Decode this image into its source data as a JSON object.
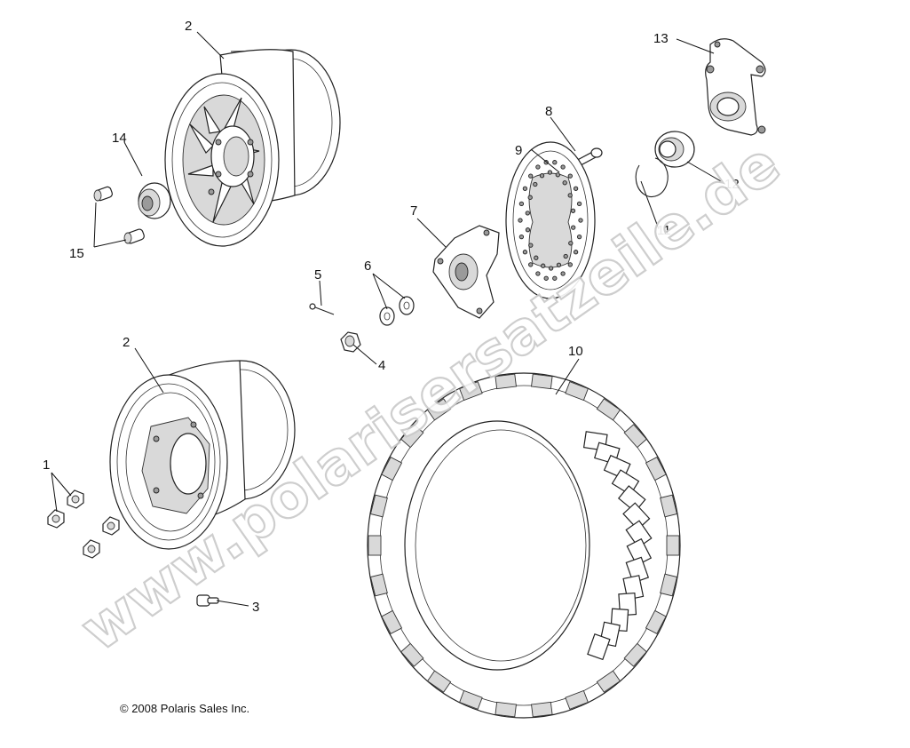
{
  "diagram": {
    "copyright": "© 2008 Polaris Sales Inc.",
    "watermark": "www.polarisersatzeile.de",
    "callouts": {
      "c1": "1",
      "c2_upper": "2",
      "c2_lower": "2",
      "c3": "3",
      "c4": "4",
      "c5": "5",
      "c6": "6",
      "c7": "7",
      "c8": "8",
      "c9": "9",
      "c10": "10",
      "c11": "11",
      "c12": "12",
      "c13": "13",
      "c14": "14",
      "c15": "15"
    }
  }
}
